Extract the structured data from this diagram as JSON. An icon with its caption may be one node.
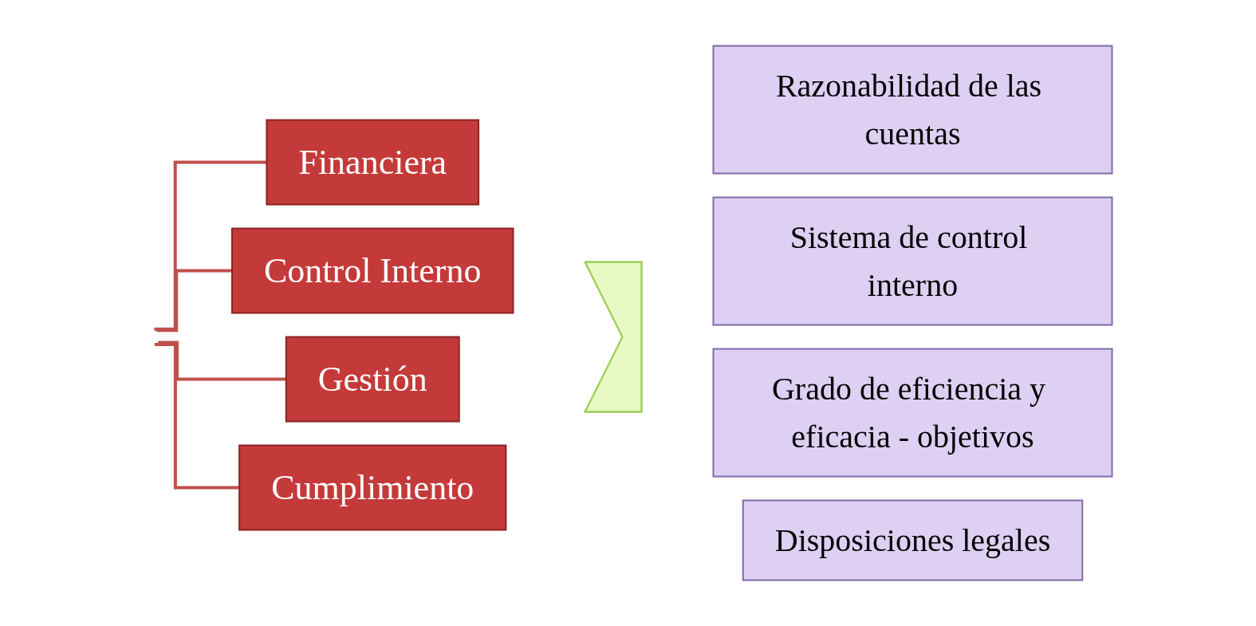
{
  "diagram": {
    "nodes": [
      {
        "text": [
          "Financiera"
        ]
      },
      {
        "text": [
          "Control Interno"
        ]
      },
      {
        "text": [
          "Gestión"
        ]
      },
      {
        "text": [
          "Cumplimiento"
        ]
      },
      {
        "text": [],
        "shape": "arrow"
      },
      {
        "text": [
          "Razonabilidad de las cuentas"
        ]
      },
      {
        "text": [
          "Sistema de control interno"
        ]
      },
      {
        "text": [
          "Grado de eficiencia y eficacia - objetivos"
        ]
      },
      {
        "text": [
          "Disposiciones legales"
        ]
      }
    ],
    "edges": [
      {
        "from": null,
        "to": 0,
        "arrow": "none"
      },
      {
        "from": null,
        "to": 1,
        "arrow": "none"
      },
      {
        "from": null,
        "to": 2,
        "arrow": "none"
      },
      {
        "from": null,
        "to": 3,
        "arrow": "none"
      }
    ]
  }
}
